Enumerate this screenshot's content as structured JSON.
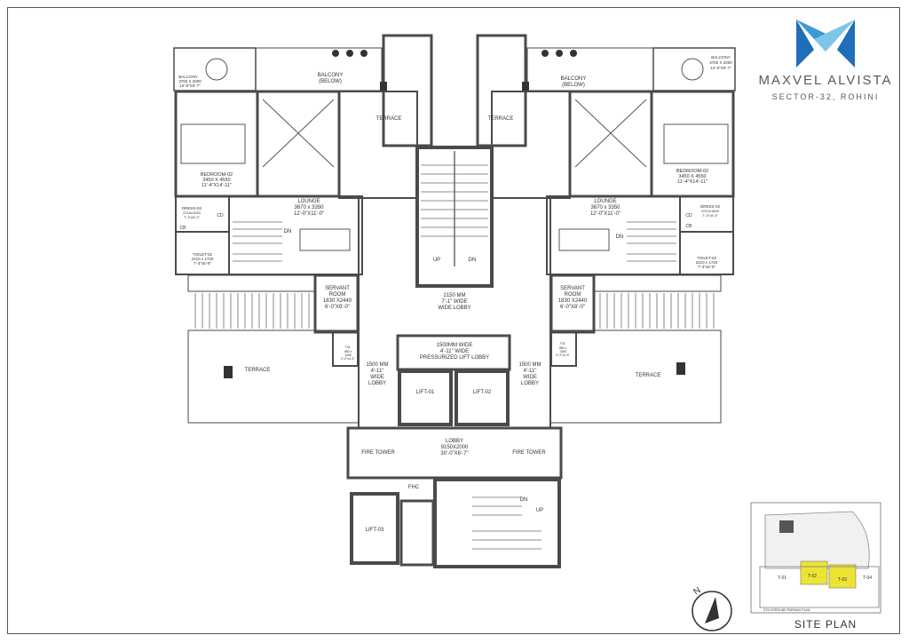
{
  "brand": {
    "name": "MAXVEL ALVISTA",
    "location": "SECTOR-32, ROHINI",
    "colors": {
      "dark": "#1e6fb8",
      "mid": "#3c9ad6",
      "light": "#7cc6ea"
    }
  },
  "plan": {
    "left_unit": {
      "balcony_small": {
        "name": "BALCONY",
        "size_mm": "3760 X 2000",
        "size_ft": "12'-5\"X6'-7\""
      },
      "balcony_below": {
        "line1": "BALCONY",
        "line2": "(BELOW)"
      },
      "terrace_top": "TERRACE",
      "bedroom": {
        "name": "BEDROOM-02",
        "size_mm": "3450 X 4550",
        "size_ft": "11'-4\"X14'-11\""
      },
      "lounge": {
        "name": "LOUNGE",
        "size_mm": "3670 x 3350",
        "size_ft": "12'-0\"X11'-0\""
      },
      "dn": "DN",
      "dress": {
        "name": "DRESS-02",
        "size_mm": "2210x1520",
        "size_ft": "7'-3\"x5'-0\""
      },
      "cd": "CD",
      "cb": "CB",
      "toilet": {
        "name": "TOILET-02",
        "size_mm": "2210 x 1720",
        "size_ft": "7'-3\"x5'-8\""
      },
      "servant": {
        "line1": "SERVANT",
        "line2": "ROOM",
        "size_mm": "1830 X2440",
        "size_ft": "6'-0\"X8'-0\""
      },
      "toilet_small": {
        "name": "TOI.",
        "size_mm": "980 x",
        "size_mm2": "1350",
        "size_ft": "3'-3\"x4'-5\""
      },
      "terrace_bottom": "TERRACE"
    },
    "right_unit": {
      "balcony_small": {
        "name": "BALCONY",
        "size_mm": "3760 X 2000",
        "size_ft": "12'-5\"X6'-7\""
      },
      "balcony_below": {
        "line1": "BALCONY",
        "line2": "(BELOW)"
      },
      "terrace_top": "TERRACE",
      "bedroom": {
        "name": "BEDROOM-02",
        "size_mm": "3450 X 4550",
        "size_ft": "11'-4\"X14'-11\""
      },
      "lounge": {
        "name": "LOUNGE",
        "size_mm": "3670 x 3350",
        "size_ft": "12'-0\"X11'-0\""
      },
      "dn": "DN",
      "dress": {
        "name": "DRESS-02",
        "size_mm": "2210x1520",
        "size_ft": "7'-3\"x5'-0\""
      },
      "cd": "CD",
      "cb": "CB",
      "toilet": {
        "name": "TOILET-02",
        "size_mm": "2210 x 1720",
        "size_ft": "7'-3\"x5'-8\""
      },
      "servant": {
        "line1": "SERVANT",
        "line2": "ROOM",
        "size_mm": "1830 X2440",
        "size_ft": "6'-0\"X8'-0\""
      },
      "toilet_small": {
        "name": "TOI.",
        "size_mm": "980 x",
        "size_mm2": "1360",
        "size_ft": "3'-3\"x4'-5\""
      },
      "terrace_bottom": "TERRACE"
    },
    "core": {
      "up": "UP",
      "dn": "DN",
      "wide_lobby": {
        "line1": "2150 MM",
        "line2": "7'-1\" WIDE",
        "line3": "WIDE LOBBY"
      },
      "pressurized_lobby": {
        "line1": "1500MM WIDE",
        "line2": "4'-11\" WIDE",
        "line3": "PRESSURIZED LIFT LOBBY"
      },
      "side_lobby_left": {
        "line1": "1500 MM",
        "line2": "4'-11\"",
        "line3": "WIDE",
        "line4": "LOBBY"
      },
      "side_lobby_right": {
        "line1": "1500 MM",
        "line2": "4'-11\"",
        "line3": "WIDE",
        "line4": "LOBBY"
      },
      "lift_01": "LIFT-01",
      "lift_02": "LIFT-02",
      "lift_03": "LIFT-03",
      "fire_tower_left": "FIRE TOWER",
      "fire_tower_right": "FIRE TOWER",
      "lobby": {
        "name": "LOBBY",
        "size_mm": "9150X2000",
        "size_ft": "30'-0\"X6'-7\""
      },
      "fhc": "FHC",
      "stair_dn": "DN",
      "stair_up": "UP"
    }
  },
  "site_plan": {
    "title": "SITE PLAN",
    "towers": [
      "T-01",
      "T-02",
      "T-03",
      "T-04"
    ],
    "caption": "STILT/GROUND PARKING PLAN",
    "highlight_color": "#ede335"
  },
  "north_symbol": "N",
  "colors": {
    "wall": "#4a4a4a",
    "line": "#555555",
    "text": "#333333"
  }
}
